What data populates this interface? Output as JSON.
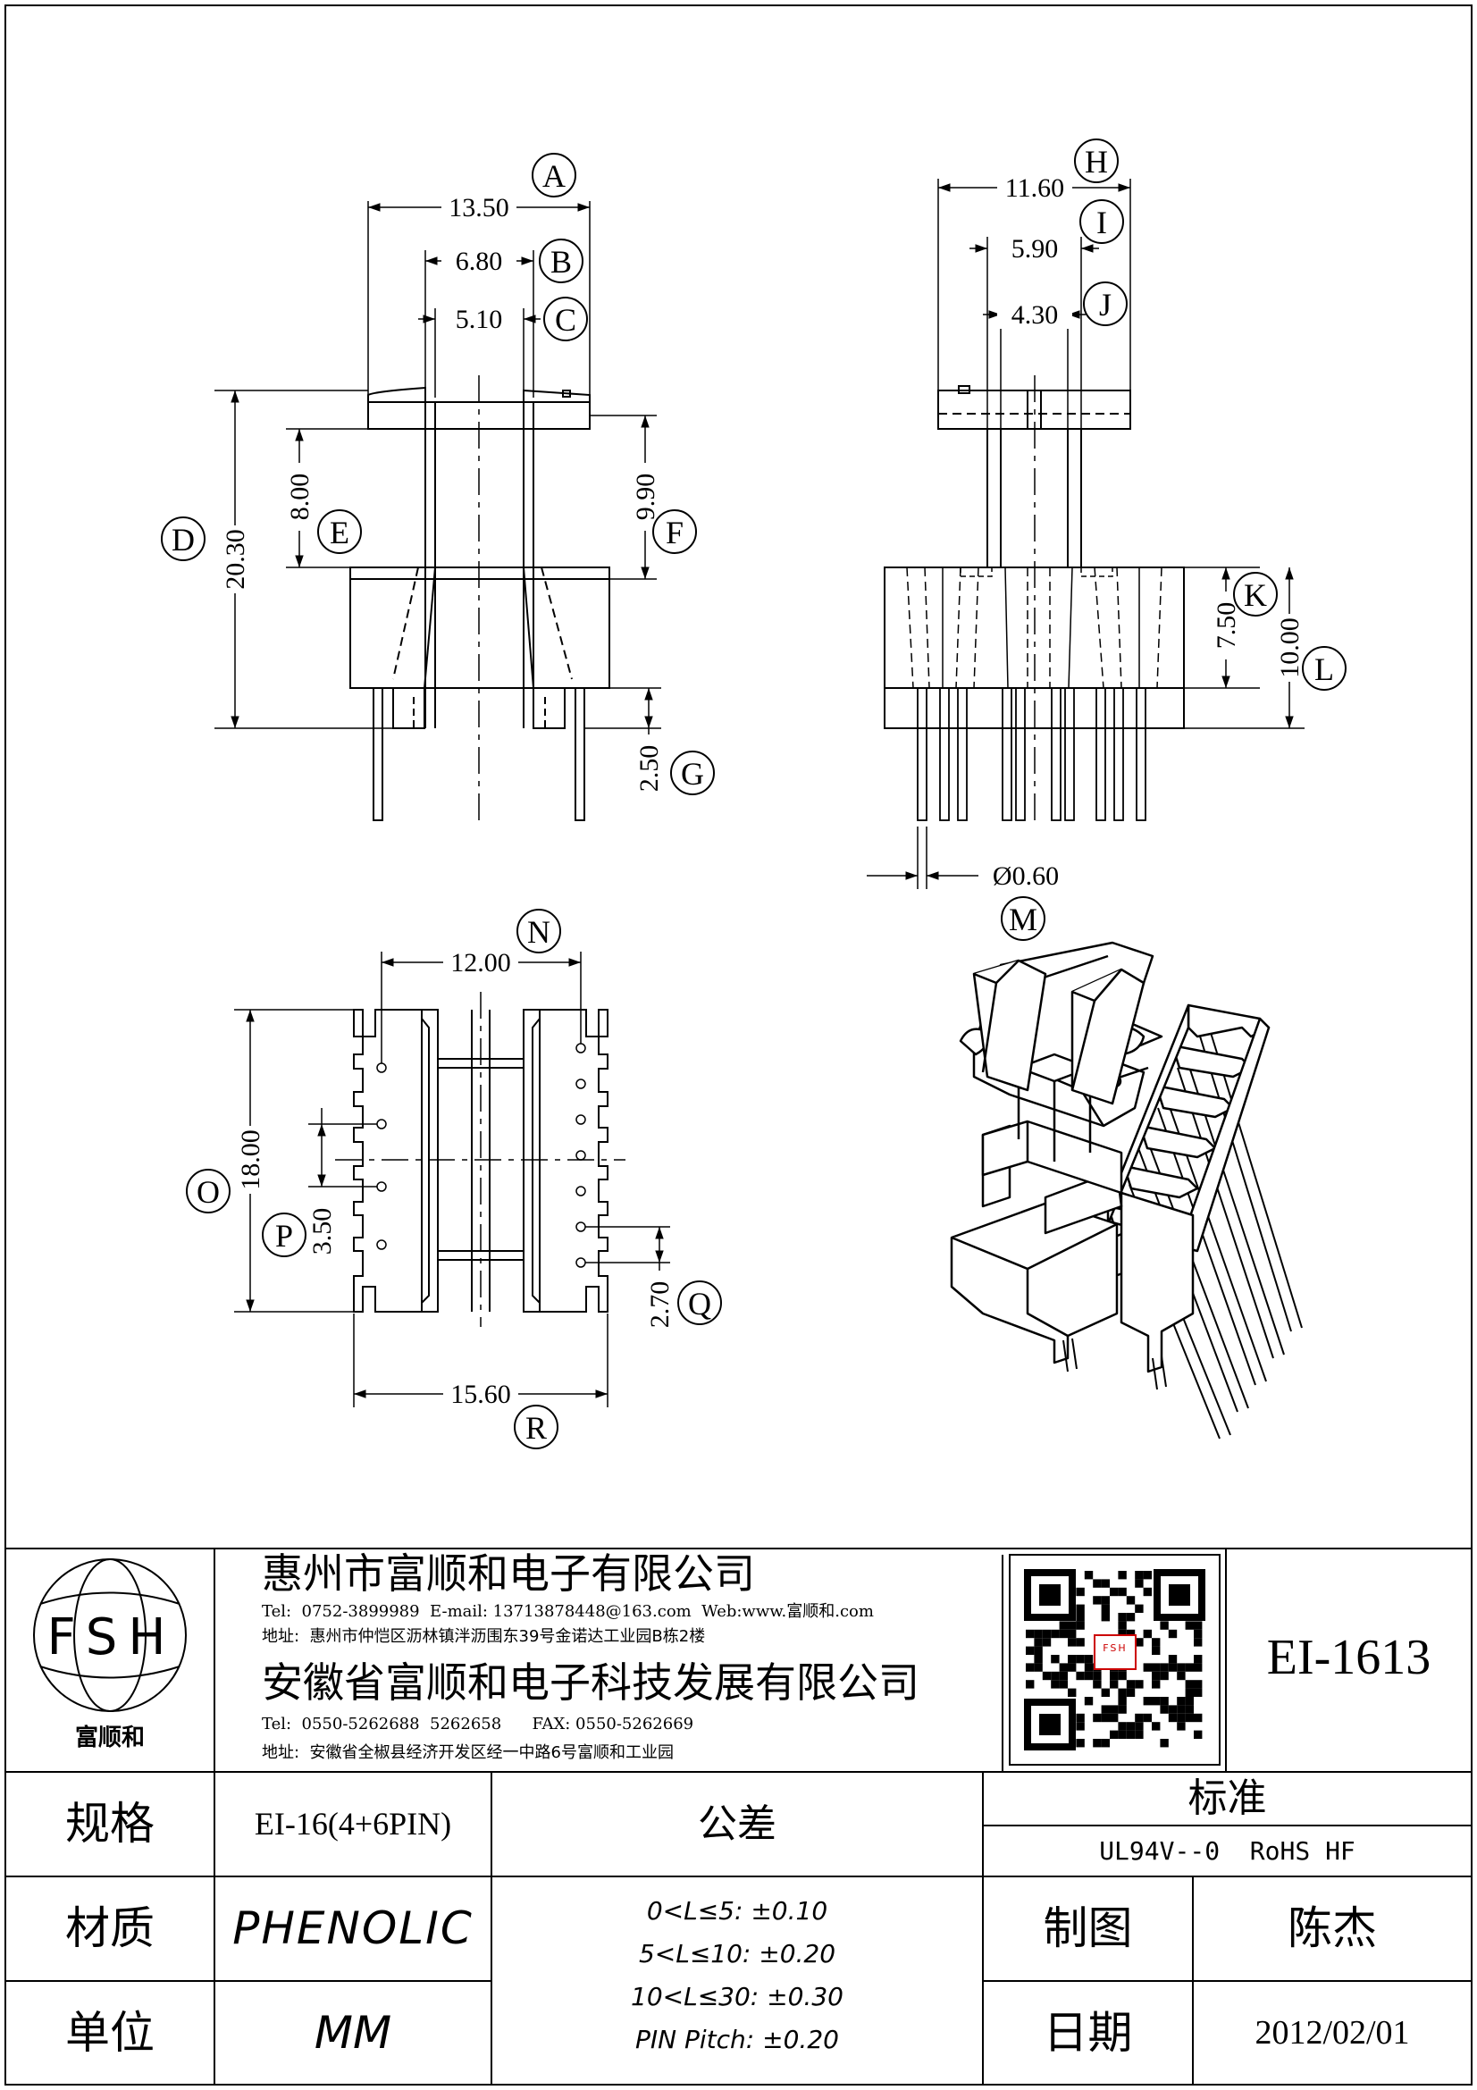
{
  "dimensions": {
    "A": {
      "label": "A",
      "value": "13.50"
    },
    "B": {
      "label": "B",
      "value": "6.80"
    },
    "C": {
      "label": "C",
      "value": "5.10"
    },
    "D": {
      "label": "D",
      "value": "20.30"
    },
    "E": {
      "label": "E",
      "value": "8.00"
    },
    "F": {
      "label": "F",
      "value": "9.90"
    },
    "G": {
      "label": "G",
      "value": "2.50"
    },
    "H": {
      "label": "H",
      "value": "11.60"
    },
    "I": {
      "label": "I",
      "value": "5.90"
    },
    "J": {
      "label": "J",
      "value": "4.30"
    },
    "K": {
      "label": "K",
      "value": "7.50"
    },
    "L": {
      "label": "L",
      "value": "10.00"
    },
    "M": {
      "label": "M",
      "value": "Ø0.60"
    },
    "N": {
      "label": "N",
      "value": "12.00"
    },
    "O": {
      "label": "O",
      "value": "18.00"
    },
    "P": {
      "label": "P",
      "value": "3.50"
    },
    "Q": {
      "label": "Q",
      "value": "2.70"
    },
    "R": {
      "label": "R",
      "value": "15.60"
    }
  },
  "title_block": {
    "logo_text": "FSH",
    "logo_caption": "富顺和",
    "company1": "惠州市富顺和电子有限公司",
    "contact1": "Tel:  0752-3899989  E-mail: 13713878448@163.com  Web:www.富顺和.com",
    "address1": "地址:  惠州市仲恺区沥林镇泮沥围东39号金诺达工业园B栋2楼",
    "company2": "安徽省富顺和电子科技发展有限公司",
    "contact2": "Tel:  0550-5262688  5262658      FAX: 0550-5262669",
    "address2": "地址:  安徽省全椒县经济开发区经一中路6号富顺和工业园",
    "qr_text": "FSH",
    "part_number": "EI-1613",
    "spec_label": "规格",
    "spec_value": "EI-16(4+6PIN)",
    "material_label": "材质",
    "material_value": "PHENOLIC",
    "unit_label": "单位",
    "unit_value": "MM",
    "tolerance_label": "公差",
    "tolerances": [
      "0<L≤5: ±0.10",
      "5<L≤10: ±0.20",
      "10<L≤30: ±0.30",
      "PIN Pitch: ±0.20"
    ],
    "standard_label": "标准",
    "standard_value": "UL94V--0  RoHS HF",
    "drawn_label": "制图",
    "drawn_value": "陈杰",
    "date_label": "日期",
    "date_value": "2012/02/01"
  }
}
